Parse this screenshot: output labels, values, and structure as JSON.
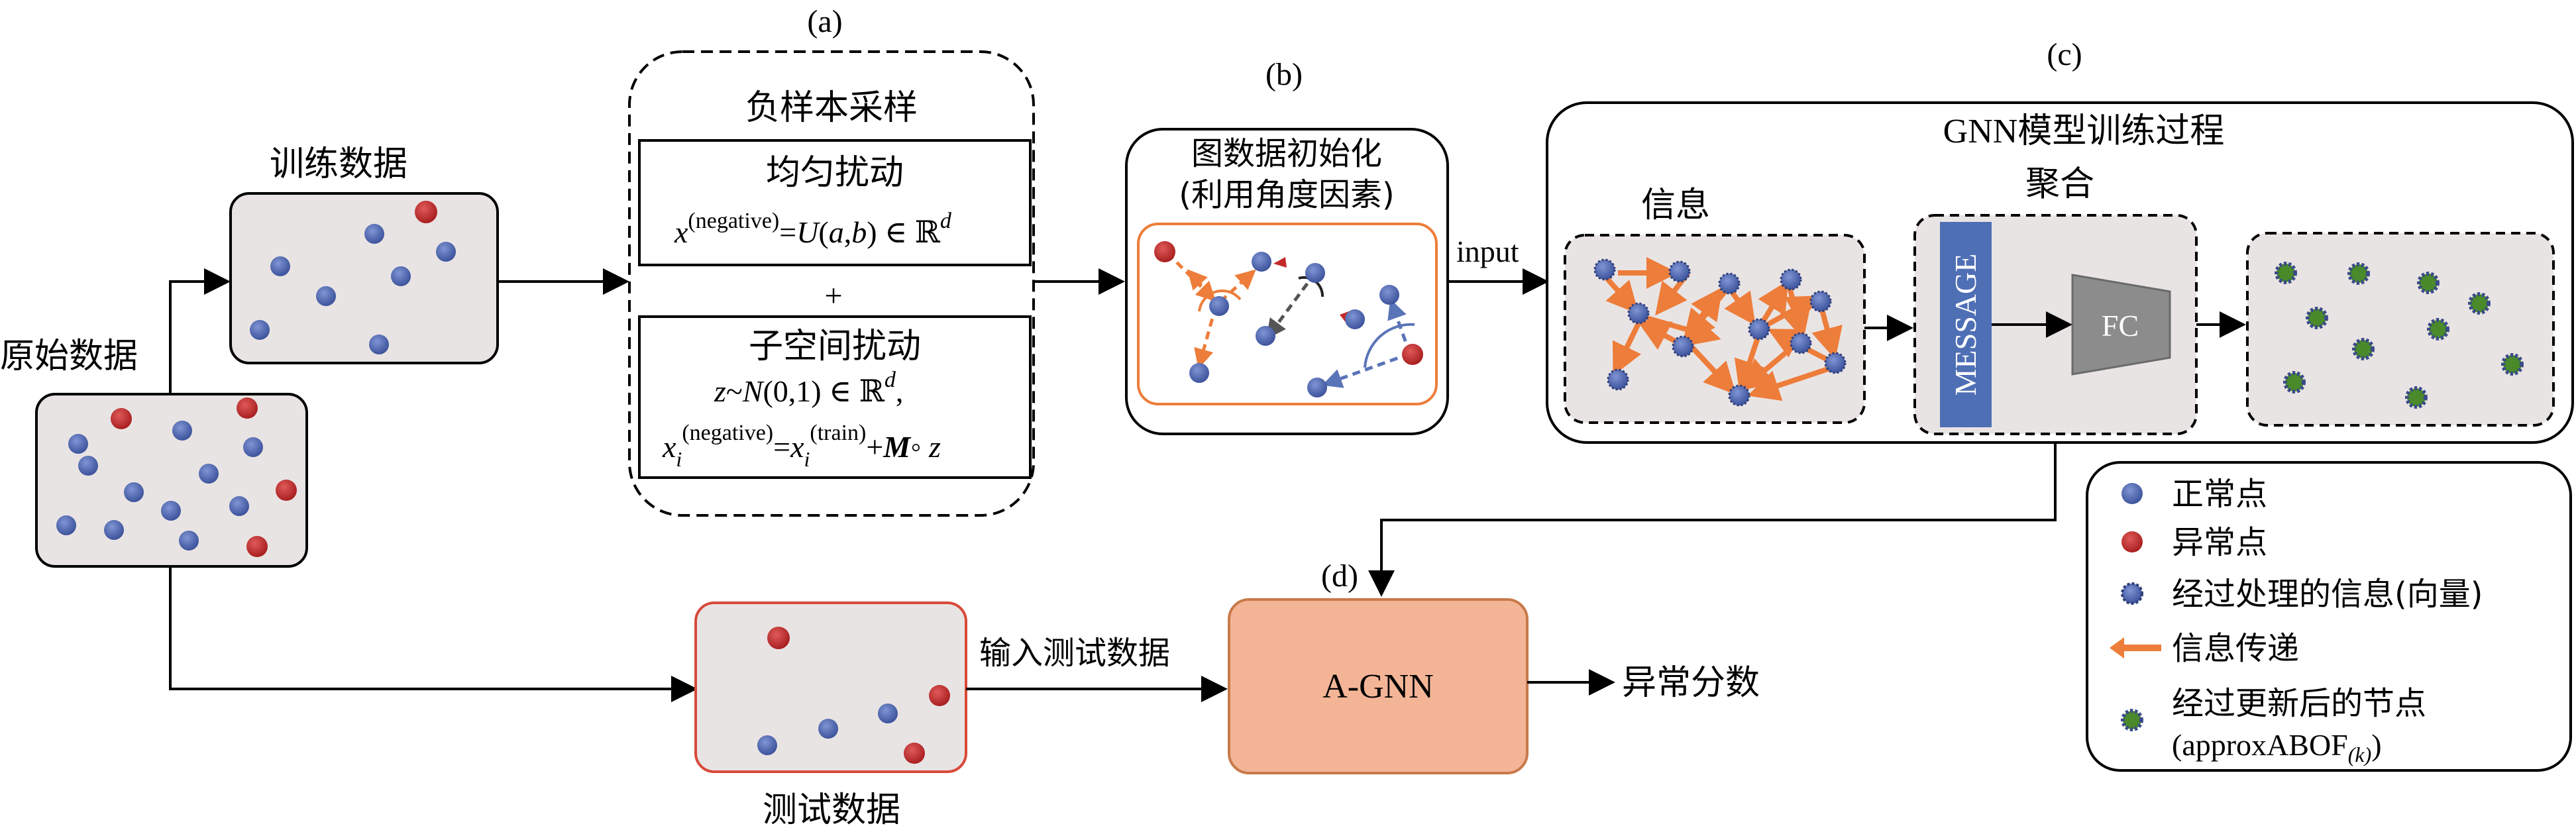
{
  "labels": {
    "original_data": "原始数据",
    "train_data": "训练数据",
    "test_data": "测试数据",
    "input_test_data": "输入测试数据",
    "anomaly_score": "异常分数",
    "input": "input"
  },
  "panel_a": {
    "tag": "(a)",
    "title": "负样本采样",
    "uniform_title": "均匀扰动",
    "uniform_formula": "x(negative)=U(a,b) ∈ ℝd",
    "plus": "+",
    "subspace_title": "子空间扰动",
    "subspace_formula_1": "z~N(0,1) ∈ ℝd,",
    "subspace_formula_2": "xi(negative)=xi(train)+M◦ z"
  },
  "panel_b": {
    "tag": "(b)",
    "title_line1": "图数据初始化",
    "title_line2": "(利用角度因素)"
  },
  "panel_c": {
    "tag": "(c)",
    "title": "GNN模型训练过程",
    "info_label": "信息",
    "aggregate_label": "聚合",
    "message_label": "MESSAGE",
    "fc_label": "FC"
  },
  "panel_d": {
    "tag": "(d)",
    "model_label": "A-GNN"
  },
  "legend": {
    "items": [
      {
        "label": "正常点",
        "icon": "blue-dot-icon"
      },
      {
        "label": "异常点",
        "icon": "red-dot-icon"
      },
      {
        "label": "经过处理的信息(向量)",
        "icon": "processed-dot-icon"
      },
      {
        "label": "信息传递",
        "icon": "orange-arrow-icon"
      },
      {
        "label": "经过更新后的节点",
        "icon": "green-dot-icon"
      }
    ],
    "last_line2": "(approxABOF(k))"
  },
  "colors": {
    "normal": "#4a62ae",
    "anomaly": "#c42a2a",
    "updated_fill": "#4a8a2a",
    "updated_ring": "#3a4a8a",
    "orange": "#ed7d3a",
    "panel_bg": "#e9e4e4",
    "message_bg": "#4f6fb5",
    "fc_bg": "#8c8c8c",
    "model_bg": "#f4b597"
  }
}
